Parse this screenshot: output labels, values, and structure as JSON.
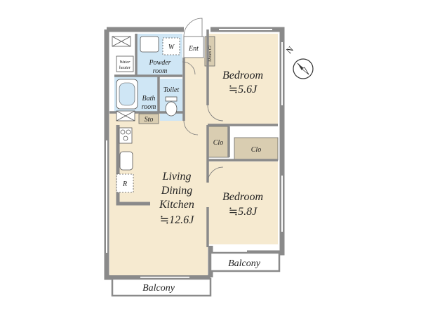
{
  "rooms": {
    "bedroom_upper": {
      "name": "Bedroom",
      "area": "≒5.6J"
    },
    "bedroom_lower": {
      "name": "Bedroom",
      "area": "≒5.8J"
    },
    "ldk": {
      "line1": "Living",
      "line2": "Dining",
      "line3": "Kitchen",
      "area": "≒12.6J"
    },
    "powder": {
      "line1": "Powder",
      "line2": "room"
    },
    "bath": {
      "line1": "Bath",
      "line2": "room"
    },
    "toilet": "Toilet",
    "entrance": "Ent",
    "shoes": "Shoes Cl",
    "storage": "Sto",
    "closet_left": "Clo",
    "closet_right": "Clo",
    "water_heater": {
      "line1": "Water",
      "line2": "heater"
    },
    "washer": "W",
    "fridge": "R"
  },
  "balconies": {
    "lower": "Balcony",
    "right": "Balcony"
  },
  "compass": {
    "label": "N"
  },
  "colors": {
    "floor_beige": "#f6ead0",
    "floor_blue": "#cfe6f5",
    "closet_tan": "#d9cdb1",
    "wall": "#7d7d7d",
    "outline": "#555555"
  }
}
